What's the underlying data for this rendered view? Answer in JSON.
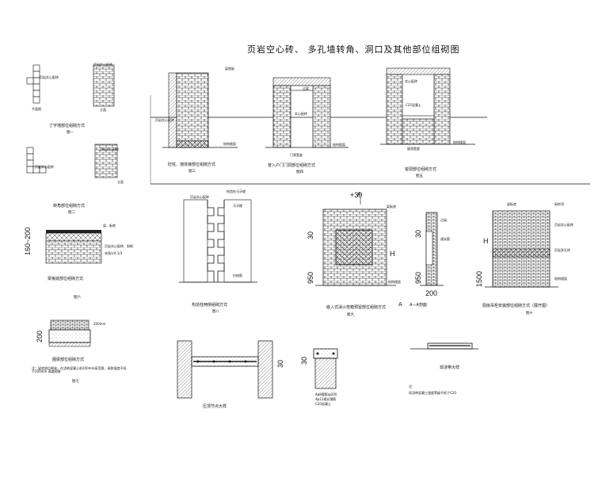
{
  "title": "页岩空心砖、 多孔墙转角、洞口及其他部位组砌图",
  "figures": {
    "fig1": {
      "caption": "丁字墙部位组砌方式",
      "num": "图一",
      "labels": [
        "页岩实心配砖",
        "页岩实心配砖",
        "平面图",
        "立面"
      ]
    },
    "fig2": {
      "caption": "转角部位组砌方式",
      "num": "图二",
      "labels": [
        "页岩实心配砖",
        "页岩实心配砖",
        "立面"
      ]
    },
    "fig3": {
      "caption": "砼柱、墙体接部位组砌方式",
      "num": "图三",
      "labels": [
        "梁底板",
        "页岩实心配砖",
        "结构楼面"
      ]
    },
    "fig4": {
      "caption": "普入户门门洞部位组砌方式",
      "num": "图四",
      "labels": [
        "过梁",
        "实心配砖",
        "门洞宽度",
        "结构楼面"
      ]
    },
    "fig5": {
      "caption": "窗洞部位组砌方式",
      "num": "图五",
      "labels": [
        "实心配砖",
        "C25混凝土",
        "窗洞宽度",
        "结构楼面"
      ]
    },
    "fig6": {
      "caption": "梁板底部位组砌方式",
      "num": "图六",
      "labels": [
        "梁、板底",
        "页岩实心配砖、斜砌",
        "夹角1/4-1/3",
        "160~200"
      ]
    },
    "fig7": {
      "caption": "圈梁部位组砌方式",
      "num": "图七",
      "labels": [
        "200mm",
        "200",
        "注：梁底部位砌体，在浇筑混凝土前200mm高范围，采取强度不低于200mm 高度砌筑"
      ]
    },
    "fig8": {
      "caption": "构造柱两侧组砌方式",
      "num": "图八",
      "labels": [
        "页岩实心配砖",
        "构造柱马牙槎",
        "马牙槎",
        "拉结筋"
      ]
    },
    "fig9": {
      "caption": "嵌入式消火栓箱预留部位组砌方式",
      "num": "图九",
      "labels": [
        "+30",
        "梁板底",
        "950",
        "30",
        "H",
        "结构楼面"
      ]
    },
    "fig9a": {
      "caption": "A—A剖面",
      "labels": [
        "A",
        "A",
        "过梁",
        "通长筋",
        "950",
        "30",
        "200"
      ]
    },
    "fig10": {
      "caption": "厨房吊柜安装部位组砌方式（展开图）",
      "num": "图十",
      "labels": [
        "梁板底",
        "厨房顶",
        "页岩实心配砖",
        "页岩多孔砖",
        "结构楼面",
        "1500",
        "H"
      ]
    },
    "detail1": {
      "caption": "压顶节点大样",
      "labels": [
        "30"
      ]
    },
    "detail2": {
      "caption": "",
      "labels": [
        "30",
        "4φ8箍筋@200",
        "4φ12通长钢筋",
        "C20混凝土"
      ]
    },
    "detail3": {
      "caption": "现浇带大样",
      "labels": [
        "注：",
        "现浇带混凝土强度等级不低于C20"
      ]
    }
  },
  "colors": {
    "line": "#111111",
    "brick": "#222222",
    "hatch": "#555555"
  }
}
